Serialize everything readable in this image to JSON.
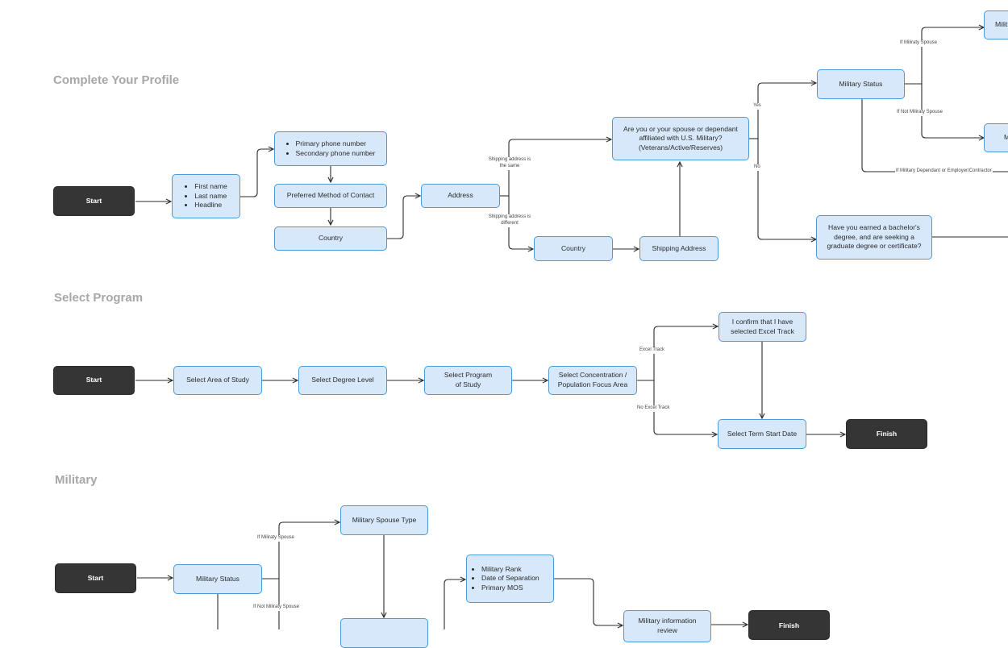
{
  "sections": {
    "profile": "Complete Your Profile",
    "program": "Select Program",
    "military": "Military"
  },
  "nodes": {
    "p_start": "Start",
    "p_name_fields": [
      "First name",
      "Last name",
      "Headline"
    ],
    "p_phone_fields": [
      "Primary phone number",
      "Secondary phone number"
    ],
    "p_contact_method": "Preferred Method of Contact",
    "p_country": "Country",
    "p_address": "Address",
    "p_affiliated": "Are you or your spouse or dependant affiliated with U.S. Military? (Veterans/Active/Reserves)",
    "p_country2": "Country",
    "p_shipping": "Shipping Address",
    "p_mil_status": "Military Status",
    "p_bachelor": "Have you earned a bachelor's degree, and are seeking a graduate degree or certificate?",
    "p_clip_top": "Milit",
    "p_clip_mid": "M",
    "s_start": "Start",
    "s_area": "Select Area of Study",
    "s_degree": "Select Degree Level",
    "s_program": "Select Program of Study",
    "s_concentration": "Select Concentration / Population Focus Area",
    "s_confirm": "I confirm that I have selected Excel Track",
    "s_term": "Select Term Start Date",
    "s_finish": "Finish",
    "m_start": "Start",
    "m_status": "Military Status",
    "m_spouse_type": "Military Spouse Type",
    "m_rank_fields": [
      "Military Rank",
      "Date of Separation",
      "Primary MOS"
    ],
    "m_info": "Military information review",
    "m_finish": "Finish"
  },
  "edge_labels": {
    "ship_same": "Shipping address is the same",
    "ship_diff": "Shipping address is different",
    "yes": "Yes",
    "no": "No",
    "if_spouse_top": "If Miliraty Spouse",
    "if_not_spouse_top": "If Not Miliraty Spouse",
    "if_dependant": "If Military Dependant or Employer/Contractor",
    "excel_track": "Excel Track",
    "no_excel_track": "No Excel Track",
    "if_spouse_mil": "If Miliraty Spouse",
    "if_not_spouse_mil": "If Not Miliraty Spouse"
  },
  "colors": {
    "node_fill": "#d7e8fa",
    "node_border": "#4a9ad8",
    "terminal_fill": "#353535",
    "section_title": "#a7a7a7",
    "connector": "#2b2b2b"
  }
}
